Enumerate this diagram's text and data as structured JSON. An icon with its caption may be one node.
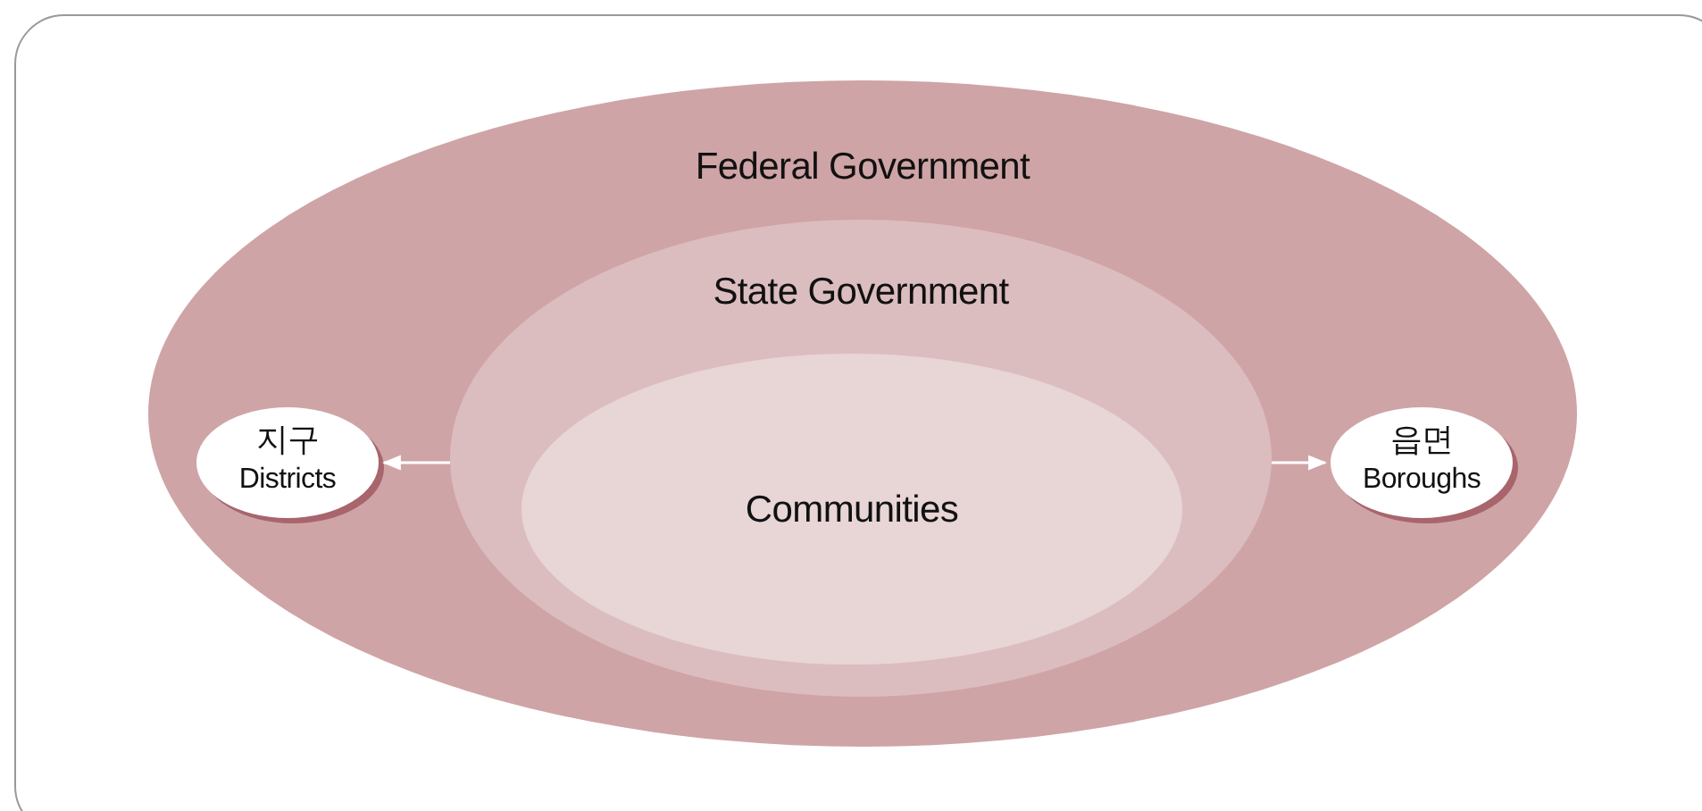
{
  "diagram": {
    "nodes": [
      {
        "text": [
          "Federal Government"
        ]
      },
      {
        "text": [
          "State Government"
        ],
        "in": 0
      },
      {
        "text": [
          "Communities"
        ],
        "in": 1
      },
      {
        "text": [
          "지구",
          "Districts"
        ],
        "in": 0
      },
      {
        "text": [
          "읍면",
          "Boroughs"
        ],
        "in": 0
      }
    ],
    "edges": [
      {
        "from": 1,
        "to": 3,
        "arrow": "to"
      },
      {
        "from": 1,
        "to": 4,
        "arrow": "to"
      }
    ]
  }
}
